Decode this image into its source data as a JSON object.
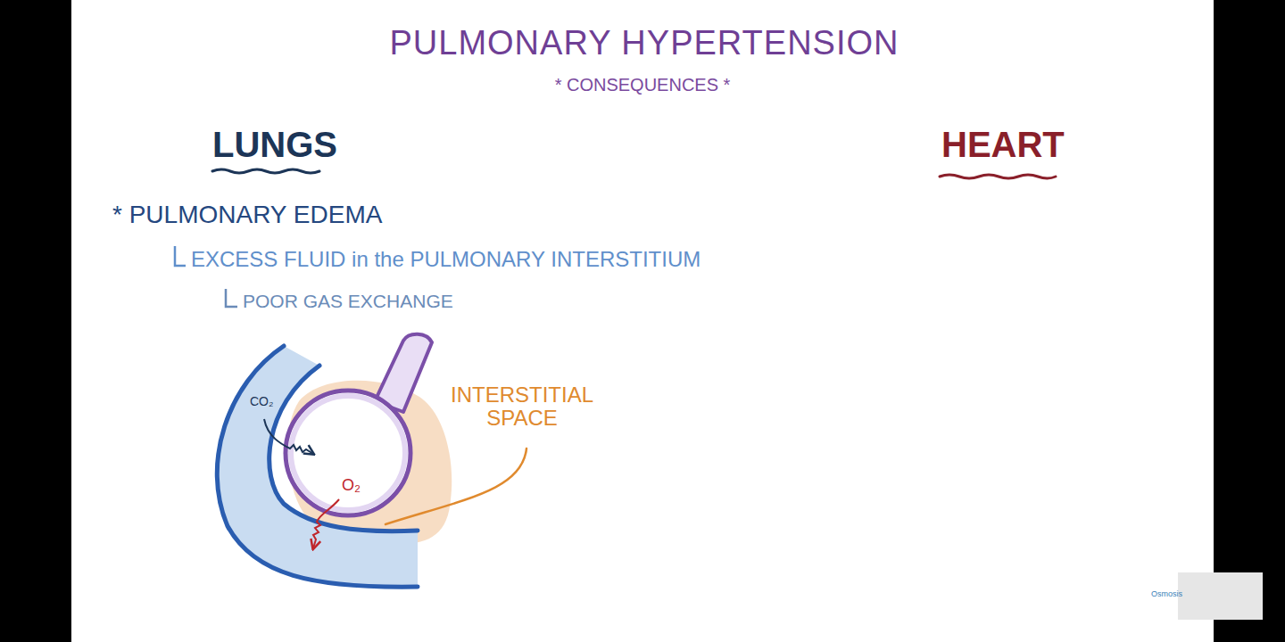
{
  "diagram": {
    "title": "PULMONARY HYPERTENSION",
    "labels": [
      "* CONSEQUENCES *",
      "LUNGS",
      "HEART",
      "* PULMONARY EDEMA",
      "EXCESS FLUID in the PULMONARY INTERSTITIUM",
      "POOR GAS EXCHANGE",
      "CO₂",
      "O₂",
      "INTERSTITIAL SPACE",
      "Osmosis"
    ]
  }
}
